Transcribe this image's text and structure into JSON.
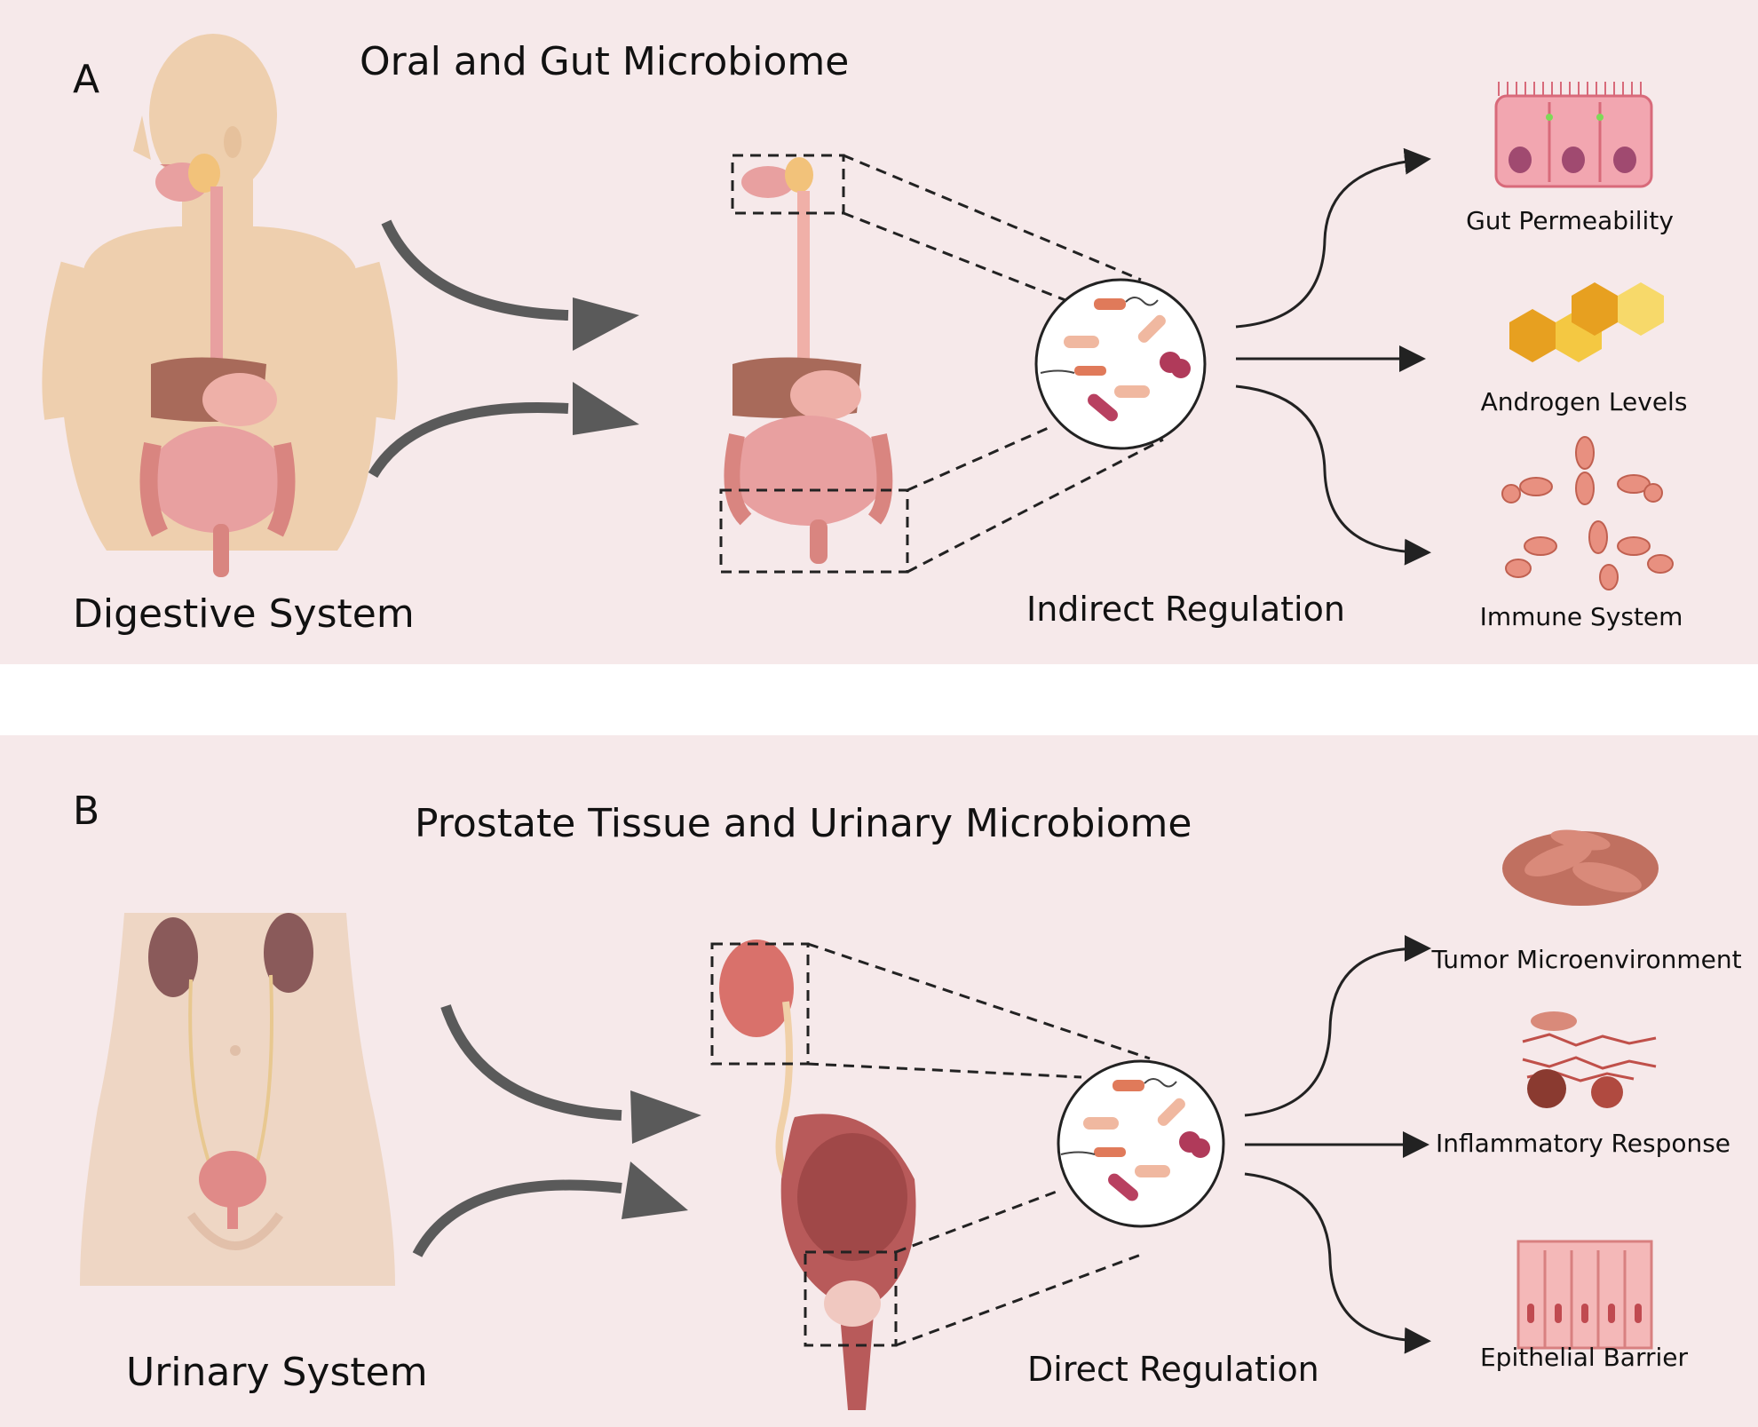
{
  "panel_a": {
    "letter": "A",
    "title": "Oral and Gut Microbiome",
    "system_label": "Digestive System",
    "regulation_label": "Indirect Regulation",
    "outputs": [
      "Gut Permeability",
      "Androgen Levels",
      "Immune System"
    ]
  },
  "panel_b": {
    "letter": "B",
    "title": "Prostate Tissue and Urinary Microbiome",
    "system_label": "Urinary System",
    "regulation_label": "Direct Regulation",
    "outputs": [
      "Tumor Microenvironment",
      "Inflammatory Response",
      "Epithelial Barrier"
    ]
  },
  "colors": {
    "panel_bg": "#f6e9ea",
    "skin": "#eecfae",
    "organ_pink": "#e8a0a0",
    "liver": "#a86a5a",
    "arrow_gray": "#5a5a5a"
  }
}
